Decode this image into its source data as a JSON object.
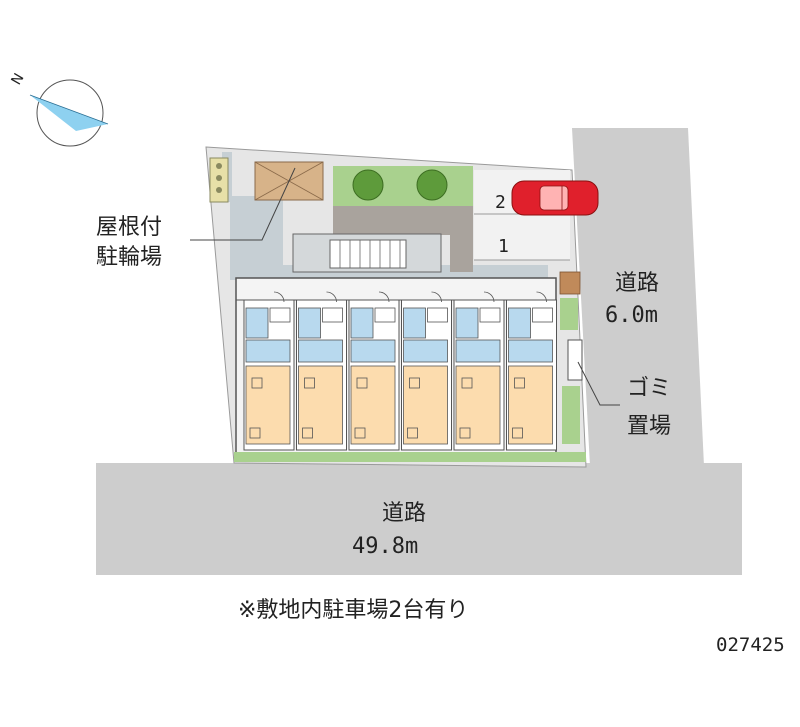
{
  "labels": {
    "north": "N",
    "bicycle_parking": [
      "屋根付",
      "駐輪場"
    ],
    "side_road": [
      "道路",
      "6.0m"
    ],
    "garbage": [
      "ゴミ",
      "置場"
    ],
    "main_road": [
      "道路",
      "49.8m"
    ],
    "footnote": "※敷地内駐車場2台有り",
    "property_code": "027425",
    "parking_numbers": [
      "2",
      "1"
    ]
  },
  "units": {
    "count": 6
  },
  "colors": {
    "road": "#cdcdcd",
    "site": "#e6e6e6",
    "path": "#c6cfd4",
    "unit_floor": "#fcdcae",
    "bath": "#b8d9ee",
    "green": "#a9d18e",
    "paving": "#a9a39d",
    "car": "#e0202c"
  }
}
